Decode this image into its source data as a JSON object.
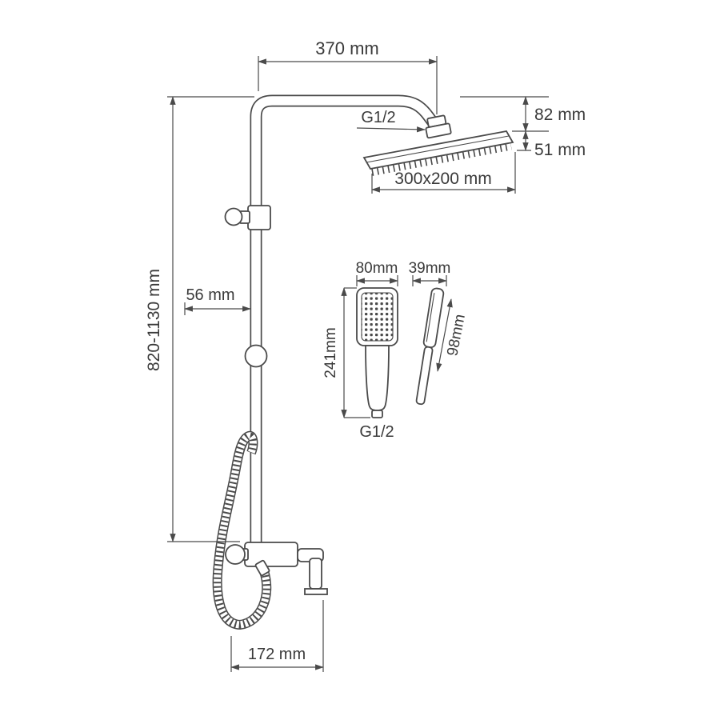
{
  "labels": {
    "top_width": "370 mm",
    "g12_top": "G1/2",
    "offset_82": "82 mm",
    "head_thickness_51": "51 mm",
    "head_size": "300x200 mm",
    "hand_width": "80mm",
    "side_width": "39mm",
    "hand_length": "241mm",
    "side_head_length": "98mm",
    "g12_hand": "G1/2",
    "bracket_offset": "56 mm",
    "column_height": "820-1130 mm",
    "spout_reach": "172 mm"
  },
  "colors": {
    "line": "#4a4a4a",
    "text": "#3a3a3a",
    "background": "#ffffff"
  }
}
